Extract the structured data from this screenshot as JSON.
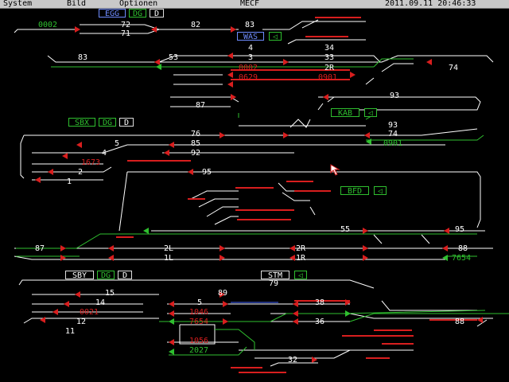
{
  "menu": {
    "system": "System",
    "bild": "Bild",
    "optionen": "Optionen"
  },
  "title": "MECF",
  "datetime": "2011.09.11  20:46:33",
  "colors": {
    "track": "#ffffff",
    "occupied": "#d81e1e",
    "route": "#2fbf2f",
    "menubar": "#c9c9c9"
  },
  "panels": {
    "egg": {
      "name": "EGG",
      "dg": "DG",
      "d": "D"
    },
    "was": {
      "name": "WAS"
    },
    "sbx": {
      "name": "SBX",
      "dg": "DG",
      "d": "D"
    },
    "kab": {
      "name": "KAB"
    },
    "bfd": {
      "name": "BFD"
    },
    "sby": {
      "name": "SBY",
      "dg": "DG",
      "d": "D"
    },
    "stm": {
      "name": "STM"
    }
  },
  "labels": {
    "t0002": "0002",
    "t72": "72",
    "t71": "71",
    "t82": "82",
    "t83a": "83",
    "t4": "4",
    "t3": "3",
    "t34": "34",
    "t33": "33",
    "t83b": "83",
    "t53": "53",
    "t0002b": "0002",
    "t2R": "2R",
    "t0629": "0629",
    "t0901": "0901",
    "t74a": "74",
    "t87a": "87",
    "t93a": "93",
    "t93b": "93",
    "t74b": "74",
    "t0901b": "0901",
    "t76": "76",
    "t85": "85",
    "t92": "92",
    "t5a": "5",
    "t4b": "4",
    "t1673": "1673",
    "t2": "2",
    "t1": "1",
    "t95": "95",
    "t55": "55",
    "t95b": "95",
    "t87b": "87",
    "t2L": "2L",
    "t1L": "1L",
    "t2Rb": "2R",
    "t1R": "1R",
    "t88a": "88",
    "t7654a": "7654",
    "t79": "79",
    "t15": "15",
    "t14": "14",
    "t0021": "0021",
    "t12": "12",
    "t11": "11",
    "t89": "89",
    "t5b": "5",
    "t1046": "1046",
    "t7654b": "7654",
    "t38": "38",
    "t36": "36",
    "t1056": "1056",
    "t2027": "2027",
    "t88b": "88",
    "t32": "32"
  }
}
